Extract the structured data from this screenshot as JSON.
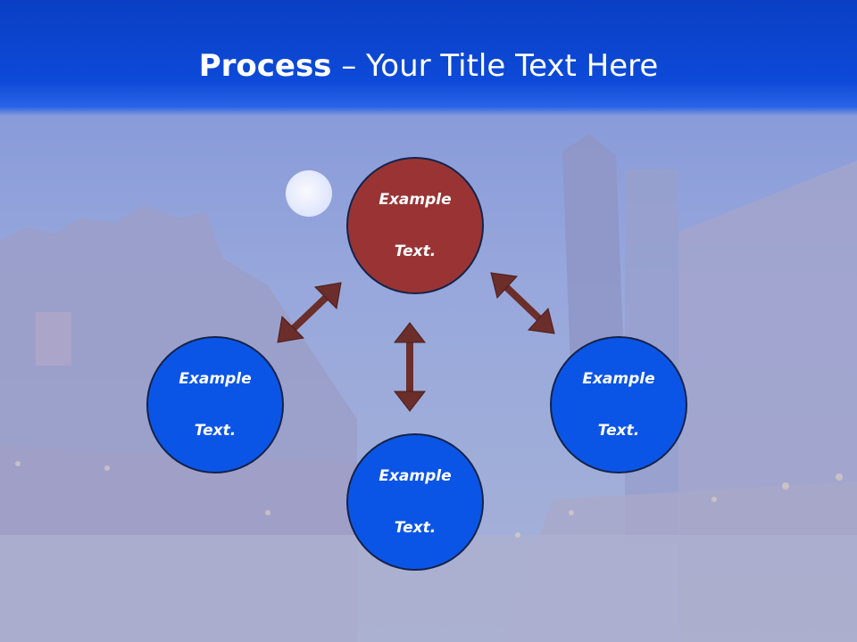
{
  "title": {
    "bold": "Process",
    "rest": " – Your Title Text Here"
  },
  "nodes": {
    "top": {
      "line1": "Example",
      "line2": "Text."
    },
    "left": {
      "line1": "Example",
      "line2": "Text."
    },
    "right": {
      "line1": "Example",
      "line2": "Text."
    },
    "bottom": {
      "line1": "Example",
      "line2": "Text."
    }
  },
  "colors": {
    "title_band": "#0d4ad8",
    "center_node": "#9a3434",
    "outer_node": "#0b55e6",
    "arrow": "#6b2e2a"
  }
}
